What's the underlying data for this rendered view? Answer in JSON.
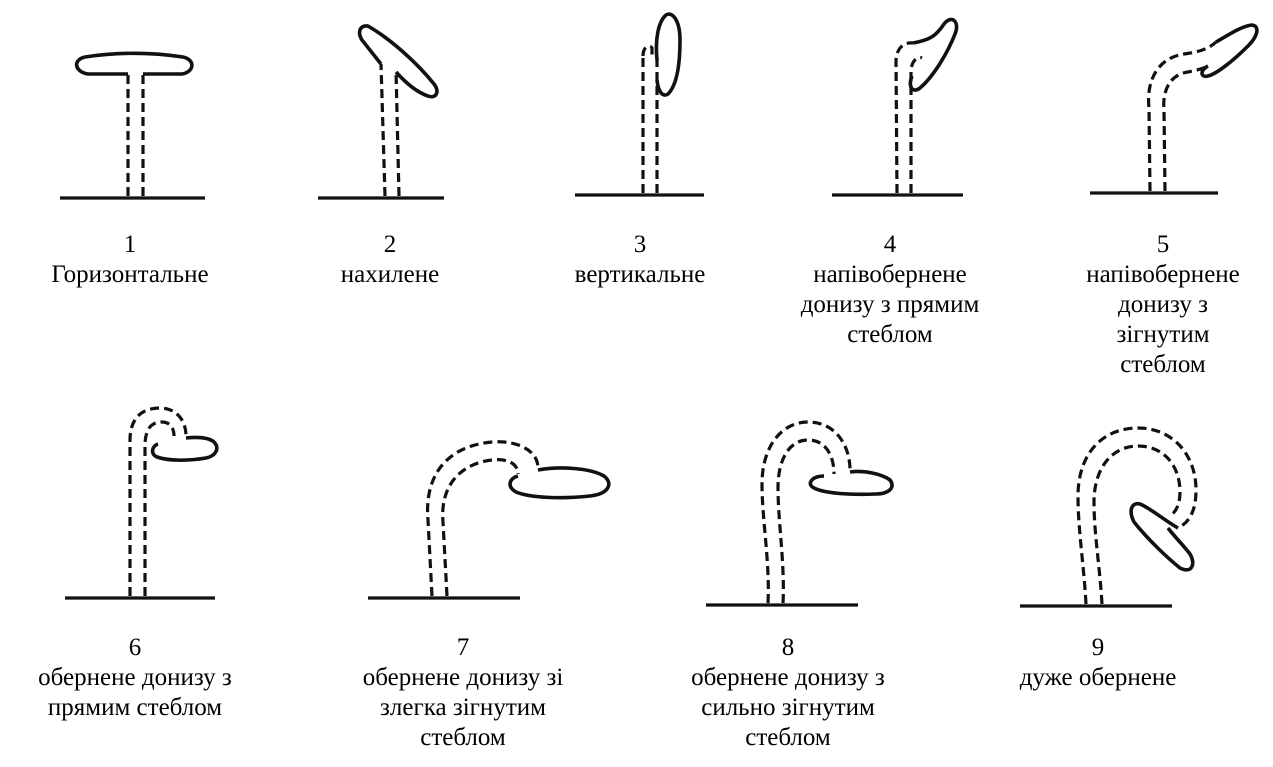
{
  "figures": [
    {
      "number": "1",
      "lines": [
        "Горизонтальне"
      ],
      "icon": "horizontal-seedling-icon"
    },
    {
      "number": "2",
      "lines": [
        "нахилене"
      ],
      "icon": "inclined-seedling-icon"
    },
    {
      "number": "3",
      "lines": [
        "вертикальне"
      ],
      "icon": "vertical-seedling-icon"
    },
    {
      "number": "4",
      "lines": [
        "напівобернене",
        "донизу з прямим",
        "стеблом"
      ],
      "icon": "half-inverted-straight-stem-icon"
    },
    {
      "number": "5",
      "lines": [
        "напівобернене",
        "донизу з",
        "зігнутим",
        "стеблом"
      ],
      "icon": "half-inverted-bent-stem-icon"
    },
    {
      "number": "6",
      "lines": [
        "обернене донизу з",
        "прямим стеблом"
      ],
      "icon": "inverted-straight-stem-icon"
    },
    {
      "number": "7",
      "lines": [
        "обернене донизу зі",
        "злегка зігнутим",
        "стеблом"
      ],
      "icon": "inverted-slightly-bent-stem-icon"
    },
    {
      "number": "8",
      "lines": [
        "обернене донизу з",
        "сильно зігнутим",
        "стеблом"
      ],
      "icon": "inverted-strongly-bent-stem-icon"
    },
    {
      "number": "9",
      "lines": [
        "дуже обернене"
      ],
      "icon": "strongly-inverted-seedling-icon"
    }
  ]
}
